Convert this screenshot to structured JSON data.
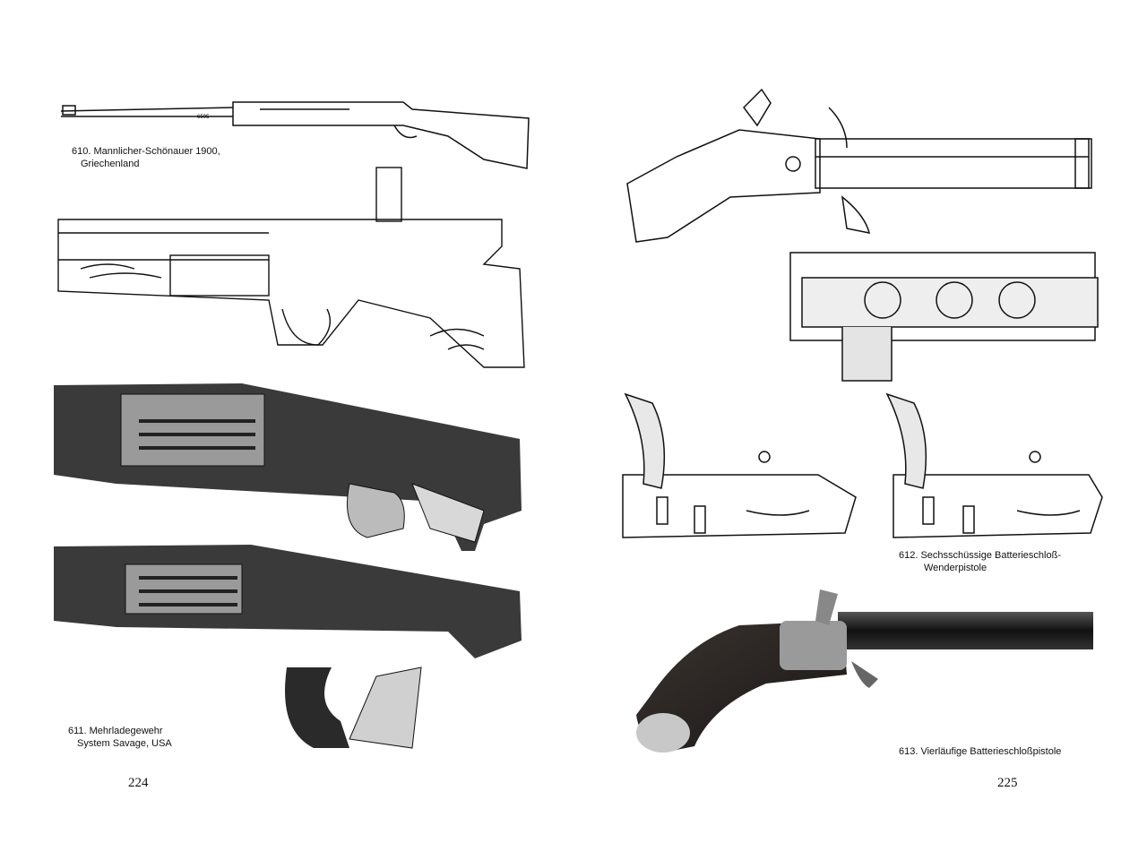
{
  "left_page": {
    "page_number": "224",
    "captions": {
      "fig610": {
        "line1": "610. Mannlicher-Schönauer 1900,",
        "line2": "Griechenland",
        "stamp": "6595"
      },
      "fig611": {
        "line1": "611. Mehrladegewehr",
        "line2": "System Savage, USA"
      }
    }
  },
  "right_page": {
    "page_number": "225",
    "captions": {
      "fig612": {
        "line1": "612. Sechsschüssige Batterieschloß-",
        "line2": "Wenderpistole"
      },
      "fig613": {
        "line1": "613. Vierläufige Batterieschloßpistole"
      }
    }
  },
  "figures": [
    {
      "id": "610",
      "name": "rifle-side-view",
      "style": "line-drawing"
    },
    {
      "id": "610",
      "name": "bolt-action-cutaway",
      "style": "line-drawing"
    },
    {
      "id": "611",
      "name": "lever-action-cutaway-closed",
      "style": "halftone"
    },
    {
      "id": "611",
      "name": "lever-action-cutaway-open",
      "style": "halftone"
    },
    {
      "id": "612",
      "name": "flintlock-pistol-side-view",
      "style": "line-drawing"
    },
    {
      "id": "612",
      "name": "cylinder-section",
      "style": "line-drawing"
    },
    {
      "id": "612",
      "name": "lock-detail-left",
      "style": "line-drawing"
    },
    {
      "id": "612",
      "name": "lock-detail-right",
      "style": "line-drawing"
    },
    {
      "id": "613",
      "name": "pistol-photo",
      "style": "photograph"
    }
  ],
  "colors": {
    "ink": "#111111",
    "paper": "#ffffff",
    "halftone": "#3a3a3a",
    "wood": "#2a2522"
  }
}
